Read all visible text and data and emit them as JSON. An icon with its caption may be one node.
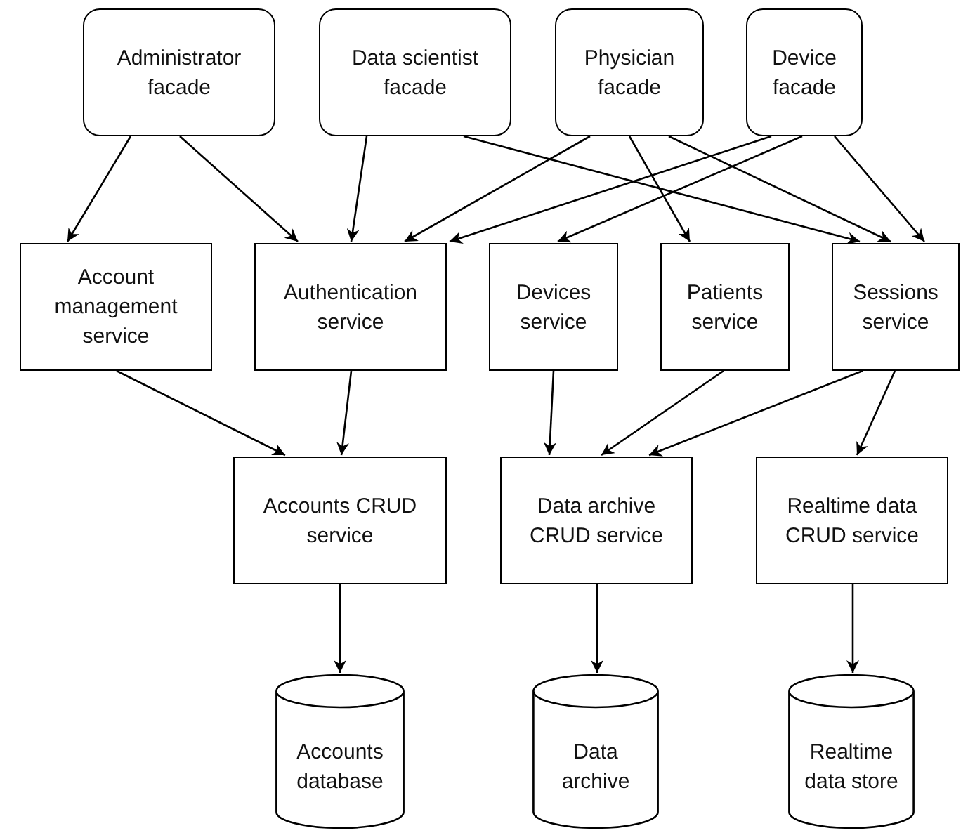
{
  "diagram": {
    "nodes": [
      {
        "text": [
          "Administrator facade"
        ]
      },
      {
        "text": [
          "Data scientist facade"
        ]
      },
      {
        "text": [
          "Physician facade"
        ]
      },
      {
        "text": [
          "Device facade"
        ]
      },
      {
        "text": [
          "Account management service"
        ]
      },
      {
        "text": [
          "Authentication service"
        ]
      },
      {
        "text": [
          "Devices service"
        ]
      },
      {
        "text": [
          "Patients service"
        ]
      },
      {
        "text": [
          "Sessions service"
        ]
      },
      {
        "text": [
          "Accounts CRUD service"
        ]
      },
      {
        "text": [
          "Data archive CRUD service"
        ]
      },
      {
        "text": [
          "Realtime data CRUD service"
        ]
      },
      {
        "text": [
          "Accounts database"
        ]
      },
      {
        "text": [
          "Data archive"
        ]
      },
      {
        "text": [
          "Realtime data store"
        ]
      }
    ],
    "edges": [
      {
        "from": 0,
        "to": 4,
        "arrow": "to"
      },
      {
        "from": 0,
        "to": 5,
        "arrow": "to"
      },
      {
        "from": 1,
        "to": 5,
        "arrow": "to"
      },
      {
        "from": 1,
        "to": 8,
        "arrow": "to"
      },
      {
        "from": 2,
        "to": 5,
        "arrow": "to"
      },
      {
        "from": 2,
        "to": 7,
        "arrow": "to"
      },
      {
        "from": 2,
        "to": 8,
        "arrow": "to"
      },
      {
        "from": 3,
        "to": 5,
        "arrow": "to"
      },
      {
        "from": 3,
        "to": 6,
        "arrow": "to"
      },
      {
        "from": 3,
        "to": 8,
        "arrow": "to"
      },
      {
        "from": 4,
        "to": 9,
        "arrow": "to"
      },
      {
        "from": 5,
        "to": 9,
        "arrow": "to"
      },
      {
        "from": 6,
        "to": 10,
        "arrow": "to"
      },
      {
        "from": 7,
        "to": 10,
        "arrow": "to"
      },
      {
        "from": 8,
        "to": 10,
        "arrow": "to"
      },
      {
        "from": 8,
        "to": 11,
        "arrow": "to"
      },
      {
        "from": 9,
        "to": 12,
        "arrow": "to"
      },
      {
        "from": 10,
        "to": 13,
        "arrow": "to"
      },
      {
        "from": 11,
        "to": 14,
        "arrow": "to"
      }
    ]
  }
}
